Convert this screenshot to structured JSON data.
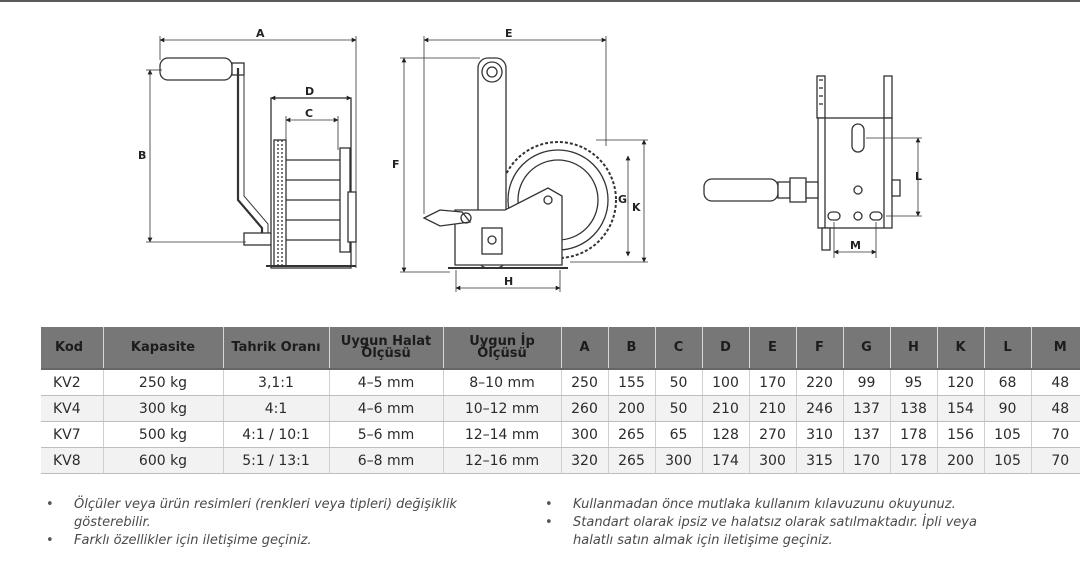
{
  "drawings": {
    "side_view": {
      "dims": [
        "A",
        "B",
        "D",
        "C"
      ]
    },
    "front_view": {
      "dims": [
        "E",
        "F",
        "G",
        "K",
        "H"
      ]
    },
    "end_view": {
      "dims": [
        "L",
        "M"
      ]
    }
  },
  "table": {
    "headers": [
      "Kod",
      "Kapasite",
      "Tahrik Oranı",
      "Uygun Halat Ölçüsü",
      "Uygun İp Ölçüsü",
      "A",
      "B",
      "C",
      "D",
      "E",
      "F",
      "G",
      "H",
      "K",
      "L",
      "M"
    ],
    "rows": [
      [
        "KV2",
        "250 kg",
        "3,1:1",
        "4–5 mm",
        "8–10 mm",
        "250",
        "155",
        "50",
        "100",
        "170",
        "220",
        "99",
        "95",
        "120",
        "68",
        "48"
      ],
      [
        "KV4",
        "300 kg",
        "4:1",
        "4–6 mm",
        "10–12 mm",
        "260",
        "200",
        "50",
        "210",
        "210",
        "246",
        "137",
        "138",
        "154",
        "90",
        "48"
      ],
      [
        "KV7",
        "500 kg",
        "4:1 / 10:1",
        "5–6 mm",
        "12–14 mm",
        "300",
        "265",
        "65",
        "128",
        "270",
        "310",
        "137",
        "178",
        "156",
        "105",
        "70"
      ],
      [
        "KV8",
        "600 kg",
        "5:1 / 13:1",
        "6–8 mm",
        "12–16 mm",
        "320",
        "265",
        "300",
        "174",
        "300",
        "315",
        "170",
        "178",
        "200",
        "105",
        "70"
      ]
    ]
  },
  "notes": {
    "left": [
      "Ölçüler veya ürün resimleri (renkleri veya tipleri) değişiklik gösterebilir.",
      "Farklı özellikler için iletişime geçiniz."
    ],
    "right": [
      "Kullanmadan önce mutlaka kullanım kılavuzunu okuyunuz.",
      "Standart olarak ipsiz ve halatsız olarak satılmaktadır. İpli veya halatlı satın almak için iletişime geçiniz."
    ]
  },
  "colors": {
    "header_bg": "#777777",
    "row_alt": "#f2f2f2",
    "line": "#333333"
  }
}
